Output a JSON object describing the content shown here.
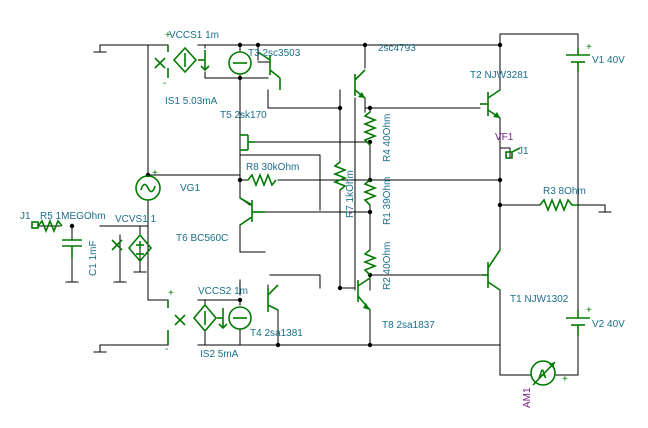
{
  "labels": {
    "vccs1": "VCCS1 1m",
    "t3": "T3 2sc3503",
    "t7": "2sc4793",
    "t2": "T2 NJW3281",
    "v1": "V1 40V",
    "is1": "IS1 5.03mA",
    "t5": "T5 2sk170",
    "vf1": "VF1",
    "j1": "J1",
    "r4": "R4 40Ohm",
    "r8": "R8 30kOhm",
    "vg1": "VG1",
    "r7": "R7 1kOhm",
    "r1": "R1 39Ohm",
    "r3": "R3 8Ohm",
    "j1_left": "J1",
    "r5": "R5 1MEGOhm",
    "vcvs1": "VCVS1 1",
    "c1": "C1 1mF",
    "t6": "T6 BC560C",
    "r2": "R2 40Ohm",
    "vccs2": "VCCS2 1m",
    "t1": "T1 NJW1302",
    "t4": "T4 2sa1381",
    "t8": "T8 2sa1837",
    "v2": "V2 40V",
    "is2": "IS2 5mA",
    "am1": "AM1",
    "ammeter_symbol": "A"
  },
  "icons": {
    "ammeter": "ammeter-icon",
    "voltage_source": "battery-icon",
    "current_source": "current-source-icon",
    "controlled_source": "diamond-source-icon",
    "signal_generator": "sine-source-icon",
    "ground": "ground-icon"
  }
}
